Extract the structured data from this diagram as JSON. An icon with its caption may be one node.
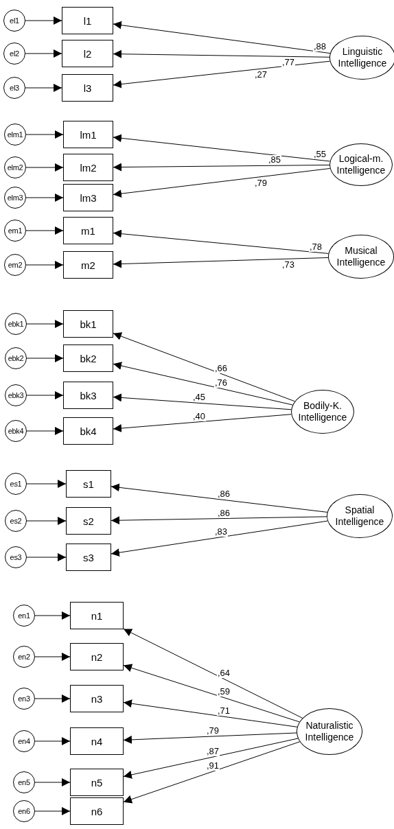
{
  "diagram": {
    "nodes": [
      {
        "text": [
          "el1"
        ]
      },
      {
        "text": [
          "l1"
        ]
      },
      {
        "text": [
          "el2"
        ]
      },
      {
        "text": [
          "l2"
        ]
      },
      {
        "text": [
          "el3"
        ]
      },
      {
        "text": [
          "l3"
        ]
      },
      {
        "text": [
          "Linguistic Intelligence"
        ]
      },
      {
        "text": [
          "elm1"
        ]
      },
      {
        "text": [
          "lm1"
        ]
      },
      {
        "text": [
          "elm2"
        ]
      },
      {
        "text": [
          "lm2"
        ]
      },
      {
        "text": [
          "elm3"
        ]
      },
      {
        "text": [
          "lm3"
        ]
      },
      {
        "text": [
          "Logical-m. Intelligence"
        ]
      },
      {
        "text": [
          "em1"
        ]
      },
      {
        "text": [
          "m1"
        ]
      },
      {
        "text": [
          "em2"
        ]
      },
      {
        "text": [
          "m2"
        ]
      },
      {
        "text": [
          "Musical Intelligence"
        ]
      },
      {
        "text": [
          "ebk1"
        ]
      },
      {
        "text": [
          "bk1"
        ]
      },
      {
        "text": [
          "ebk2"
        ]
      },
      {
        "text": [
          "bk2"
        ]
      },
      {
        "text": [
          "ebk3"
        ]
      },
      {
        "text": [
          "bk3"
        ]
      },
      {
        "text": [
          "ebk4"
        ]
      },
      {
        "text": [
          "bk4"
        ]
      },
      {
        "text": [
          "Bodily-K. Intelligence"
        ]
      },
      {
        "text": [
          "es1"
        ]
      },
      {
        "text": [
          "s1"
        ]
      },
      {
        "text": [
          "es2"
        ]
      },
      {
        "text": [
          "s2"
        ]
      },
      {
        "text": [
          "es3"
        ]
      },
      {
        "text": [
          "s3"
        ]
      },
      {
        "text": [
          "Spatial Intelligence"
        ]
      },
      {
        "text": [
          "en1"
        ]
      },
      {
        "text": [
          "n1"
        ]
      },
      {
        "text": [
          "en2"
        ]
      },
      {
        "text": [
          "n2"
        ]
      },
      {
        "text": [
          "en3"
        ]
      },
      {
        "text": [
          "n3"
        ]
      },
      {
        "text": [
          "en4"
        ]
      },
      {
        "text": [
          "n4"
        ]
      },
      {
        "text": [
          "en5"
        ]
      },
      {
        "text": [
          "n5"
        ]
      },
      {
        "text": [
          "en6"
        ]
      },
      {
        "text": [
          "n6"
        ]
      },
      {
        "text": [
          "Naturalistic Intelligence"
        ]
      }
    ],
    "edges": [
      {
        "from": 0,
        "to": 1,
        "arrow": "to"
      },
      {
        "from": 2,
        "to": 3,
        "arrow": "to"
      },
      {
        "from": 4,
        "to": 5,
        "arrow": "to"
      },
      {
        "from": 6,
        "to": 1,
        "arrow": "to",
        "label": ",88"
      },
      {
        "from": 6,
        "to": 3,
        "arrow": "to",
        "label": ",77"
      },
      {
        "from": 6,
        "to": 5,
        "arrow": "to",
        "label": ",27"
      },
      {
        "from": 7,
        "to": 8,
        "arrow": "to"
      },
      {
        "from": 9,
        "to": 10,
        "arrow": "to"
      },
      {
        "from": 11,
        "to": 12,
        "arrow": "to"
      },
      {
        "from": 13,
        "to": 8,
        "arrow": "to",
        "label": ",55"
      },
      {
        "from": 13,
        "to": 10,
        "arrow": "to",
        "label": ",85"
      },
      {
        "from": 13,
        "to": 12,
        "arrow": "to",
        "label": ",79"
      },
      {
        "from": 14,
        "to": 15,
        "arrow": "to"
      },
      {
        "from": 16,
        "to": 17,
        "arrow": "to"
      },
      {
        "from": 18,
        "to": 15,
        "arrow": "to",
        "label": ",78"
      },
      {
        "from": 18,
        "to": 17,
        "arrow": "to",
        "label": ",73"
      },
      {
        "from": 19,
        "to": 20,
        "arrow": "to"
      },
      {
        "from": 21,
        "to": 22,
        "arrow": "to"
      },
      {
        "from": 23,
        "to": 24,
        "arrow": "to"
      },
      {
        "from": 25,
        "to": 26,
        "arrow": "to"
      },
      {
        "from": 27,
        "to": 20,
        "arrow": "to",
        "label": ",66"
      },
      {
        "from": 27,
        "to": 22,
        "arrow": "to",
        "label": ",76"
      },
      {
        "from": 27,
        "to": 24,
        "arrow": "to",
        "label": ",45"
      },
      {
        "from": 27,
        "to": 26,
        "arrow": "to",
        "label": ",40"
      },
      {
        "from": 28,
        "to": 29,
        "arrow": "to"
      },
      {
        "from": 30,
        "to": 31,
        "arrow": "to"
      },
      {
        "from": 32,
        "to": 33,
        "arrow": "to"
      },
      {
        "from": 34,
        "to": 29,
        "arrow": "to",
        "label": ",86"
      },
      {
        "from": 34,
        "to": 31,
        "arrow": "to",
        "label": ",86"
      },
      {
        "from": 34,
        "to": 33,
        "arrow": "to",
        "label": ",83"
      },
      {
        "from": 35,
        "to": 36,
        "arrow": "to"
      },
      {
        "from": 37,
        "to": 38,
        "arrow": "to"
      },
      {
        "from": 39,
        "to": 40,
        "arrow": "to"
      },
      {
        "from": 41,
        "to": 42,
        "arrow": "to"
      },
      {
        "from": 43,
        "to": 44,
        "arrow": "to"
      },
      {
        "from": 45,
        "to": 46,
        "arrow": "to"
      },
      {
        "from": 47,
        "to": 36,
        "arrow": "to",
        "label": ",64"
      },
      {
        "from": 47,
        "to": 38,
        "arrow": "to",
        "label": ",59"
      },
      {
        "from": 47,
        "to": 40,
        "arrow": "to",
        "label": ",71"
      },
      {
        "from": 47,
        "to": 42,
        "arrow": "to",
        "label": ",79"
      },
      {
        "from": 47,
        "to": 44,
        "arrow": "to",
        "label": ",87"
      },
      {
        "from": 47,
        "to": 46,
        "arrow": "to",
        "label": ",91"
      }
    ]
  }
}
